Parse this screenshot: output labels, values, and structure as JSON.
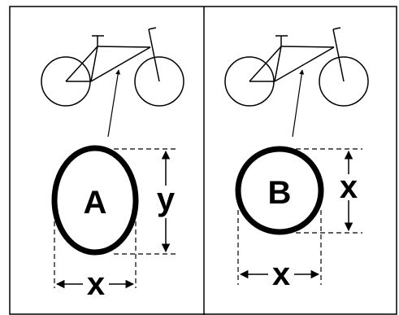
{
  "panels": [
    {
      "id": "left",
      "tube_letter": "A",
      "height_label": "y",
      "width_label": "x"
    },
    {
      "id": "right",
      "tube_letter": "B",
      "height_label": "x",
      "width_label": "x"
    }
  ],
  "colors": {
    "line": "#000000",
    "background": "#ffffff"
  }
}
